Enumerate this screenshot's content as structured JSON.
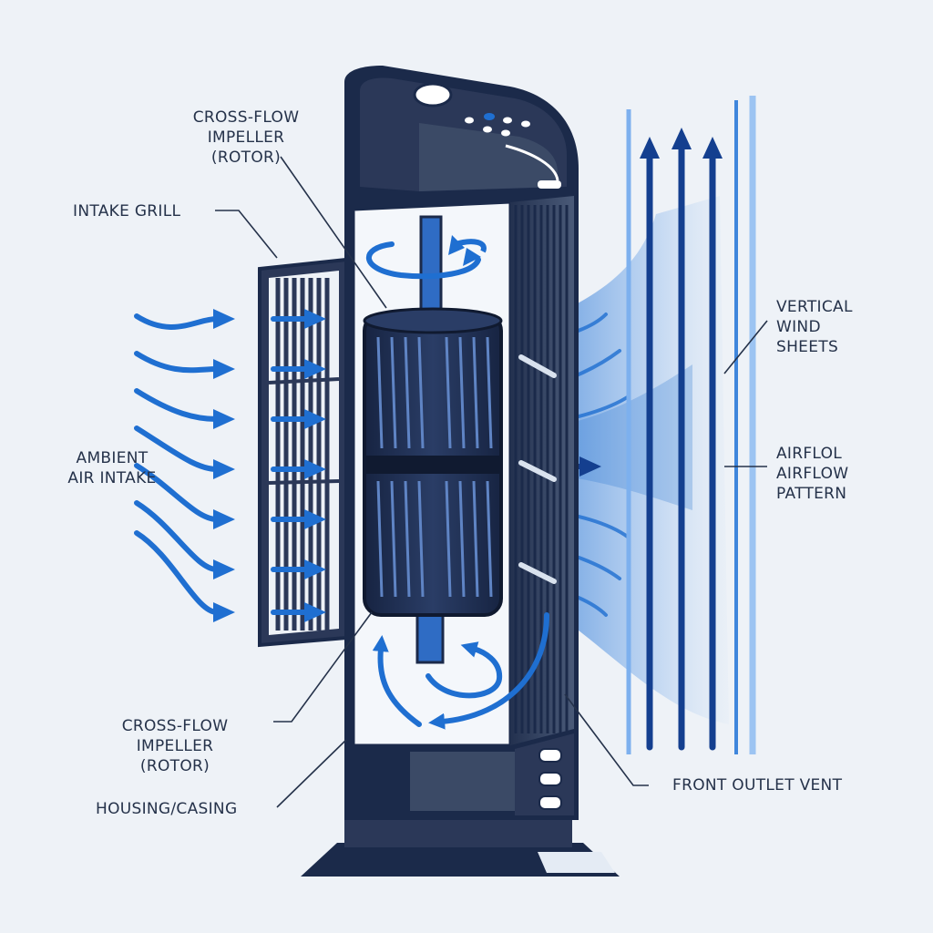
{
  "labels": {
    "impeller_top": "CROSS-FLOW\nIMPELLER\n(ROTOR)",
    "intake_grill": "INTAKE GRILL",
    "ambient_air_intake": "AMBIENT\nAIR INTAKE",
    "impeller_bottom": "CROSS-FLOW\nIMPELLER\n(ROTOR)",
    "housing_casing": "HOUSING/CASING",
    "vertical_wind_sheets": "VERTICAL\nWIND\nSHEETS",
    "airflow_pattern": "AIRFLOL\nAIRFLOW\nPATTERN",
    "front_outlet_vent": "FRONT OUTLET VENT"
  },
  "colors": {
    "background": "#eef2f7",
    "housing": "#1b2a4a",
    "housing_shade": "#3b4a66",
    "airflow_blue": "#1f6fd1",
    "outlet_blue": "#143f8f",
    "light_blue": "#9cc4f2",
    "label_text": "#25324a"
  },
  "icons": [
    "rotation-arrow-icon",
    "control-dial-icon"
  ]
}
